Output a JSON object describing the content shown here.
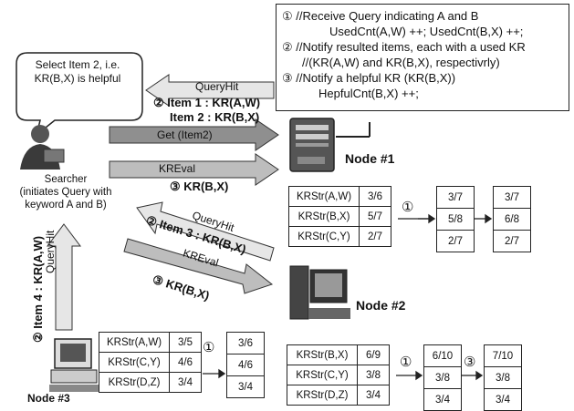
{
  "callout": {
    "l1": "① //Receive Query indicating A and B",
    "l2": "UsedCnt(A,W) ++; UsedCnt(B,X) ++;",
    "l3": "② //Notify resulted items, each with a used KR",
    "l4": "//(KR(A,W) and KR(B,X), respectivrly)",
    "l5": "③ //Notify a helpful KR (KR(B,X))",
    "l6": "HepfulCnt(B,X) ++;"
  },
  "bubble": {
    "line1": "Select Item 2, i.e.",
    "line2": "KR(B,X) is helpful"
  },
  "searcher": {
    "title": "Searcher",
    "l2": "(initiates Query with",
    "l3": "keyword A and B)"
  },
  "node1": {
    "label": "Node #1"
  },
  "node2": {
    "label": "Node #2"
  },
  "node3": {
    "label": "Node #3"
  },
  "arrows": {
    "queryhit1": "QueryHit",
    "get": "Get (Item2)",
    "kreval1": "KREval",
    "queryhit2": "QueryHit",
    "kreval2": "KREval",
    "queryhit3": "QueryHit"
  },
  "items": {
    "i1": "② Item 1 : KR(A,W)",
    "i2": "Item 2 : KR(B,X)",
    "kr1": "③ KR(B,X)",
    "i3": "② Item 3 : KR(B,X)",
    "kr2": "③ KR(B,X)",
    "i4": "② Item 4 : KR(A,W)"
  },
  "node1_table": {
    "rows": [
      [
        "KRStr(A,W)",
        "3/6"
      ],
      [
        "KRStr(B,X)",
        "5/7"
      ],
      [
        "KRStr(C,Y)",
        "2/7"
      ]
    ],
    "after1": [
      "3/7",
      "5/8",
      "2/7"
    ],
    "after3": [
      "3/7",
      "6/8",
      "2/7"
    ]
  },
  "node2_table": {
    "rows": [
      [
        "KRStr(B,X)",
        "6/9"
      ],
      [
        "KRStr(C,Y)",
        "3/8"
      ],
      [
        "KRStr(D,Z)",
        "3/4"
      ]
    ],
    "after1": [
      "6/10",
      "3/8",
      "3/4"
    ],
    "after3": [
      "7/10",
      "3/8",
      "3/4"
    ]
  },
  "node3_table": {
    "rows": [
      [
        "KRStr(A,W)",
        "3/5"
      ],
      [
        "KRStr(C,Y)",
        "4/6"
      ],
      [
        "KRStr(D,Z)",
        "3/4"
      ]
    ],
    "after1": [
      "3/6",
      "4/6",
      "3/4"
    ]
  },
  "marks": {
    "c1": "①",
    "c3": "③"
  },
  "colors": {
    "arrow_light": "#e6e6e6",
    "arrow_mid": "#bdbdbd",
    "arrow_dark": "#8f8f8f"
  }
}
